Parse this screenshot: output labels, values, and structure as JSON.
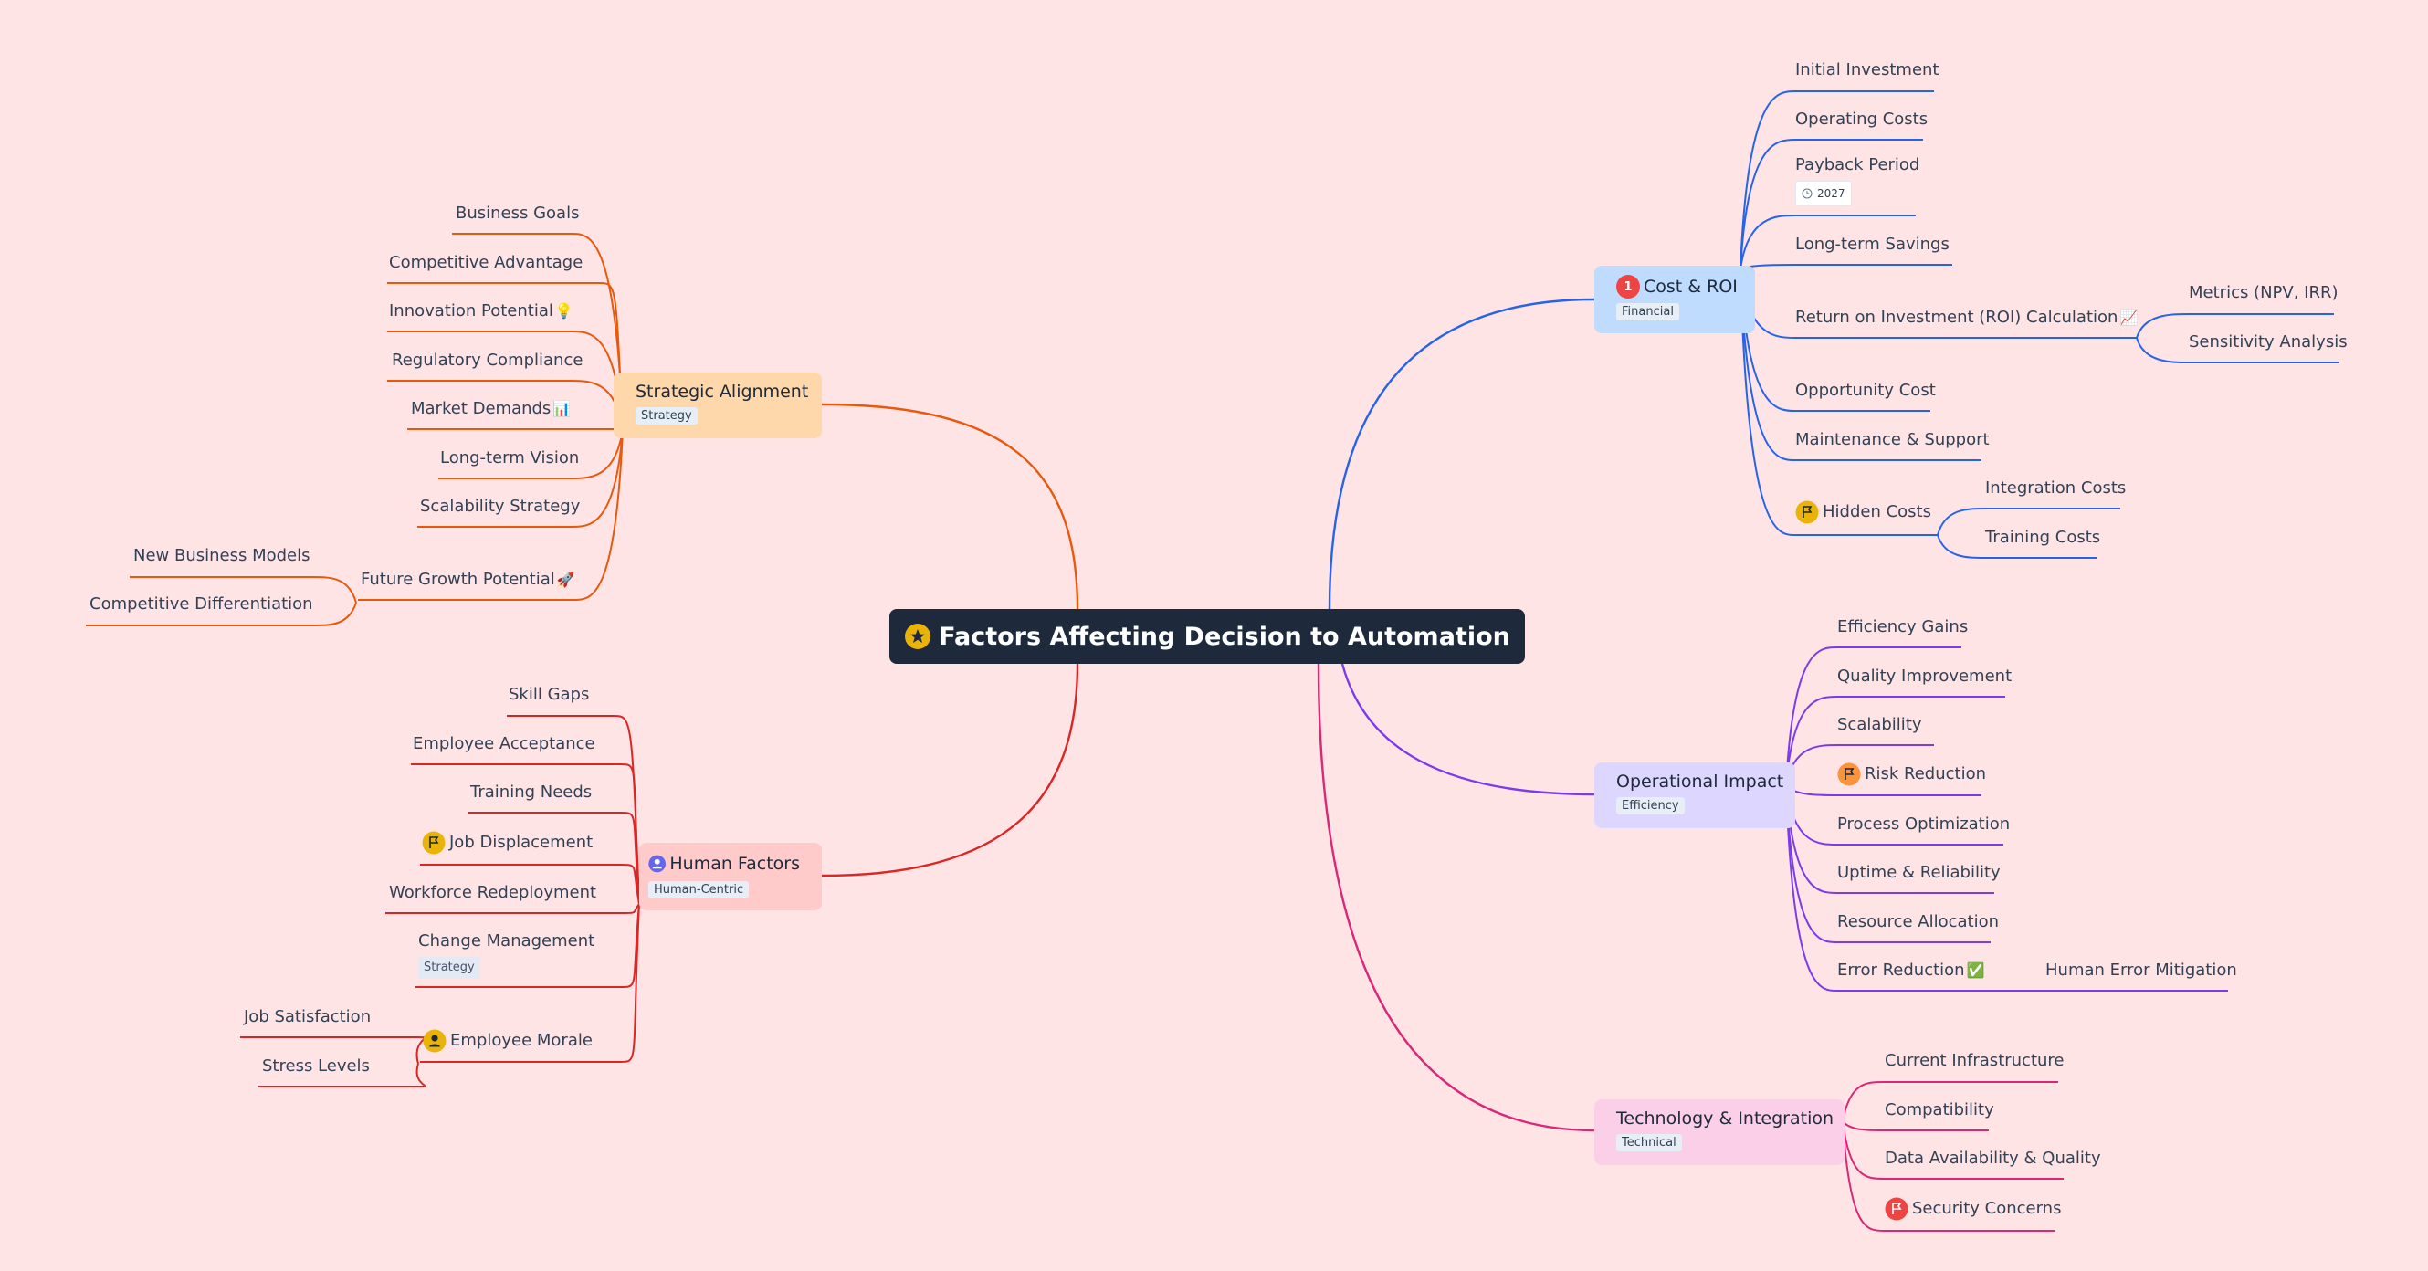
{
  "title": "Factors Affecting Decision to Automation",
  "colors": {
    "background": "#ffe4e6",
    "central": "#1e293b",
    "strategic": "#ea580c",
    "human": "#dc2626",
    "cost": "#2563eb",
    "operational": "#7c3aed",
    "technology": "#db2777"
  },
  "strategic": {
    "label": "Strategic Alignment",
    "tag": "Strategy",
    "children": [
      "Business Goals",
      "Competitive Advantage",
      "Innovation Potential",
      "Regulatory Compliance",
      "Market Demands",
      "Long-term Vision",
      "Scalability Strategy",
      "Future Growth Potential"
    ],
    "growth_children": [
      "New Business Models",
      "Competitive Differentiation"
    ],
    "emoji": {
      "innovation": "💡",
      "market": "📊",
      "growth": "🚀"
    }
  },
  "human": {
    "label": "Human Factors",
    "tag": "Human-Centric",
    "icon": "user-icon",
    "children": [
      "Skill Gaps",
      "Employee Acceptance",
      "Training Needs",
      "Job Displacement",
      "Workforce Redeployment",
      "Change Management",
      "Employee Morale"
    ],
    "change_tag": "Strategy",
    "morale_children": [
      "Job Satisfaction",
      "Stress Levels"
    ]
  },
  "cost": {
    "label": "Cost & ROI",
    "tag": "Financial",
    "priority": "1",
    "children": [
      "Initial Investment",
      "Operating Costs",
      "Payback Period",
      "Long-term Savings",
      "Return on Investment (ROI) Calculation",
      "Opportunity Cost",
      "Maintenance & Support",
      "Hidden Costs"
    ],
    "payback_date": "2027",
    "roi_emoji": "📈",
    "roi_children": [
      "Metrics (NPV, IRR)",
      "Sensitivity Analysis"
    ],
    "hidden_children": [
      "Integration Costs",
      "Training Costs"
    ]
  },
  "operational": {
    "label": "Operational Impact",
    "tag": "Efficiency",
    "children": [
      "Efficiency Gains",
      "Quality Improvement",
      "Scalability",
      "Risk Reduction",
      "Process Optimization",
      "Uptime & Reliability",
      "Resource Allocation",
      "Error Reduction"
    ],
    "error_emoji": "✅",
    "error_children": [
      "Human Error Mitigation"
    ]
  },
  "technology": {
    "label": "Technology & Integration",
    "tag": "Technical",
    "children": [
      "Current Infrastructure",
      "Compatibility",
      "Data Availability & Quality",
      "Security Concerns"
    ]
  }
}
